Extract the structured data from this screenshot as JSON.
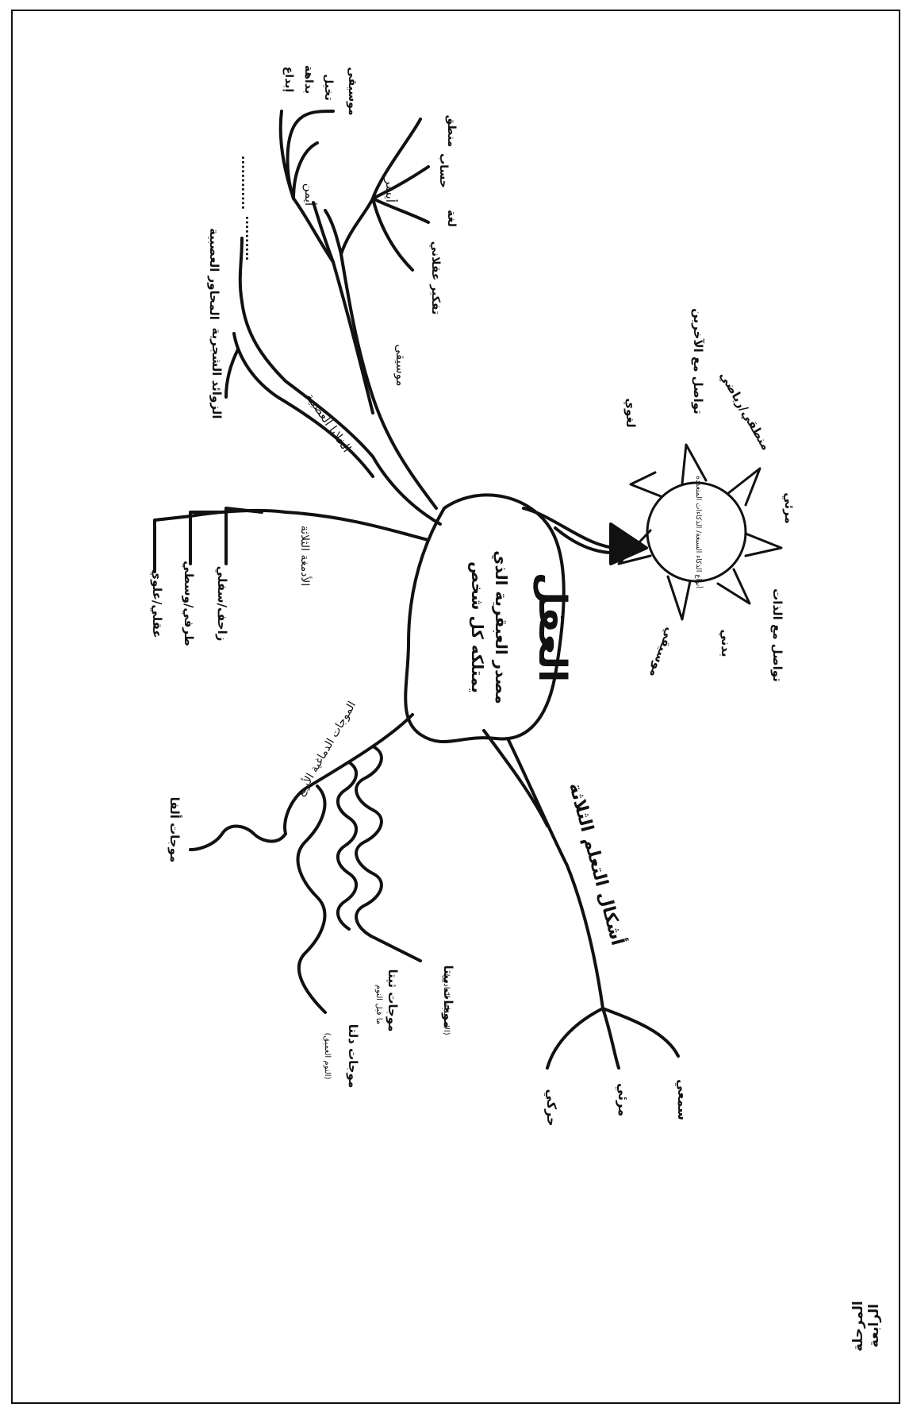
{
  "footer": {
    "stage": "المرحلة الرابعة"
  },
  "center": {
    "title": "العقل",
    "line1": "مصدر العبقرية الذي",
    "line2": "يمتلكه كل شخص"
  },
  "sun": {
    "center_text": "أنواع الذكاء السبعة/ الذكاءات المتعددة",
    "rays": [
      "لغوي",
      "تواصل مع الآخرين",
      "منطقي/رياضي",
      "مرئي",
      "تواصل مع الذات",
      "بدني",
      "موسيقي"
    ]
  },
  "learning": {
    "branch": "أشكال التعلم الثلاثة",
    "leaves": [
      "سمعي",
      "مرئي",
      "حركي"
    ]
  },
  "waves": {
    "branch": "الموجات الدماغية الأربع",
    "items": [
      {
        "name": "موجات بيتا",
        "note": "(الاستيقاظ العادي)"
      },
      {
        "name": "موجات ثيتا",
        "note": "ما قبل النوم"
      },
      {
        "name": "موجات دلتا",
        "note": "(النوم العميق)"
      },
      {
        "name": "موجات ألفا",
        "note": ""
      }
    ]
  },
  "brains": {
    "branch": "الأدمغة الثلاثة",
    "items": [
      "زاحف/سفلي",
      "طرفي/وسطي",
      "عقلي/علوي"
    ]
  },
  "neurons": {
    "branch": "الخلايا العصبية",
    "items": [
      "المحاور العصبية",
      "الزوائد الشجرية",
      "..........",
      "............"
    ]
  },
  "hemispheres": {
    "branch": "موسيقى",
    "left": {
      "label": "أيسر",
      "items": [
        "منطق",
        "حساب",
        "لغة",
        "تفكير عقلاني"
      ]
    },
    "right": {
      "label": "أيمن",
      "items": [
        "موسيقى",
        "تخيل",
        "بداهة",
        "إبداع"
      ]
    }
  }
}
